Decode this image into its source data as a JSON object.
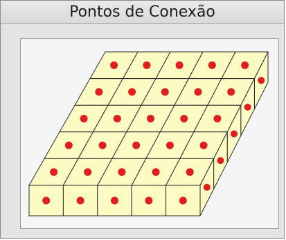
{
  "window": {
    "title": "Pontos de Conexão"
  },
  "diagram": {
    "grid_columns": 5,
    "grid_rows": 5,
    "colors": {
      "cell_fill": "#fdfbc4",
      "cell_stroke": "#2a2a2a",
      "point_fill": "#e11d1d",
      "panel_bg": "#f5f5f5"
    }
  }
}
